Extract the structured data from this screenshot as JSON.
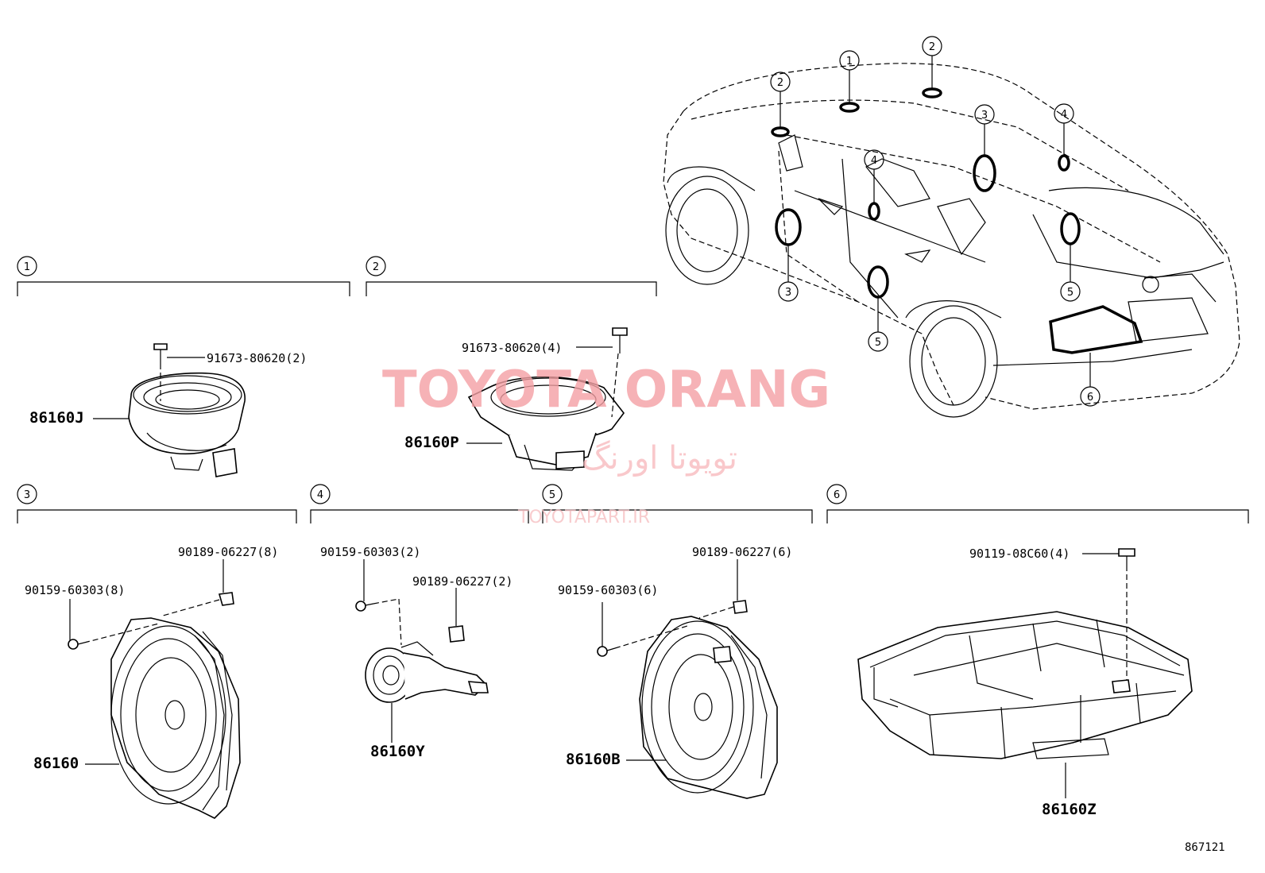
{
  "sections": [
    {
      "num": "1",
      "part_no": "86160J",
      "fasteners": [
        "91673-80620(2)"
      ]
    },
    {
      "num": "2",
      "part_no": "86160P",
      "fasteners": [
        "91673-80620(4)"
      ]
    },
    {
      "num": "3",
      "part_no": "86160",
      "fasteners": [
        "90189-06227(8)",
        "90159-60303(8)"
      ]
    },
    {
      "num": "4",
      "part_no": "86160Y",
      "fasteners": [
        "90159-60303(2)",
        "90189-06227(2)"
      ]
    },
    {
      "num": "5",
      "part_no": "86160B",
      "fasteners": [
        "90189-06227(6)",
        "90159-60303(6)"
      ]
    },
    {
      "num": "6",
      "part_no": "86160Z",
      "fasteners": [
        "90119-08C60(4)"
      ]
    }
  ],
  "car_callouts": [
    "1",
    "2",
    "2",
    "3",
    "3",
    "4",
    "4",
    "5",
    "5",
    "6"
  ],
  "watermark": {
    "brand": "TOYOTA ORANG",
    "arabic": "تویوتا اورنگ",
    "site": "TOYOTAPART.IR"
  },
  "figure_ref": "867121"
}
